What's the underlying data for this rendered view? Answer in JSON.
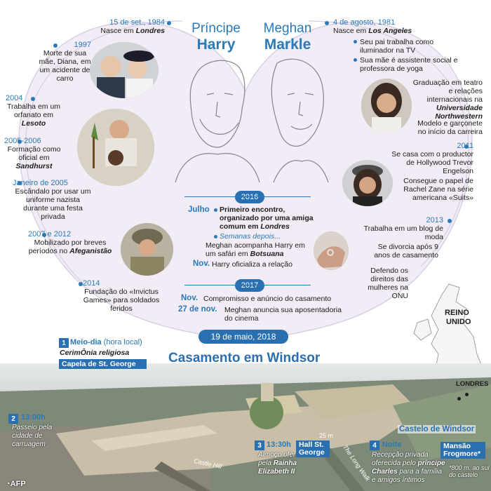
{
  "harry": {
    "title_first": "Príncipe",
    "title_second": "Harry",
    "events": [
      {
        "date": "15 de set., 1984",
        "text_pre": "Nasce em ",
        "text_em": "Londres",
        "text_post": ""
      },
      {
        "date": "1997",
        "text": "Morte de sua mãe, Diana, em um acidente de carro"
      },
      {
        "date": "2004",
        "text_pre": "Trabalha em um orfanato em ",
        "text_em": "Lesoto"
      },
      {
        "date": "2005-2006",
        "text_pre": "Formação como oficial em ",
        "text_em": "Sandhurst"
      },
      {
        "date": "Janeiro de 2005",
        "text": "Escândalo por usar um uniforme nazista durante uma festa privada"
      },
      {
        "date": "2007 e 2012",
        "text_pre": "Mobilizado por breves períodos no ",
        "text_em": "Afeganistão"
      },
      {
        "date": "2014",
        "text": "Fundação do «Invictus Games» para soldados feridos"
      }
    ]
  },
  "meghan": {
    "title_first": "Meghan",
    "title_second": "Markle",
    "events": [
      {
        "date": "4 de agosto, 1981",
        "text_pre": "Nasce em ",
        "text_em": "Los Angeles"
      },
      {
        "bullet": "Seu pai trabalha como iluminador na TV"
      },
      {
        "bullet": "Sua mãe é assistente social e professora de yoga"
      },
      {
        "text_pre": "Graduação em teatro e relações internacionais na ",
        "text_em": "Universidade Northwestern"
      },
      {
        "text": "Modelo e garçonete no início da carreira"
      },
      {
        "date": "2011",
        "text": "Se casa com o productor de Hollywood Trevor Engelson"
      },
      {
        "text": "Consegue o papel de Rachel Zane na série americana «Suits»"
      },
      {
        "date": "2013",
        "text": "Trabalha em um blog de moda"
      },
      {
        "text": "Se divorcia após 9 anos de casamento"
      },
      {
        "text": "Defendo os direitos das mulheres na ONU"
      }
    ]
  },
  "together": {
    "year1": "2016",
    "july_label": "Julho",
    "july_text_pre": "Primeiro encontro, organizado por uma amiga comum em ",
    "july_text_em": "Londres",
    "weeks_label": "Semanas depois...",
    "weeks_text_pre": "Meghan acompanha Harry em um safári em ",
    "weeks_text_em": "Botsuana",
    "nov_label": "Nov.",
    "nov_text": "Harry oficializa a relação",
    "year2": "2017",
    "nov2_label": "Nov.",
    "nov2_text": "Compromisso e anúncio do casamento",
    "nov27_label": "27 de nov.",
    "nov27_text": "Meghan anuncia sua aposentadoria do cinema",
    "wedding_date": "19 de maio, 2018"
  },
  "wedding": {
    "title": "Casamento em Windsor",
    "uk_label_1": "REINO",
    "uk_label_2": "UNIDO",
    "london_label": "LONDRES",
    "castle_label": "Castelo de Windsor",
    "steps": [
      {
        "num": "1",
        "time": "Meio-dia",
        "time_note": " (hora local)",
        "desc": "CerimÔnia religiosa",
        "place": "Capela de St. George"
      },
      {
        "num": "2",
        "time": "13:00h",
        "desc": "Passeio pela cidade de carruagem"
      },
      {
        "num": "3",
        "time": "13:30h",
        "desc_pre": "Almoço oferecido pela ",
        "desc_em": "Rainha Elizabeth II",
        "place": "Hall St. George"
      },
      {
        "num": "4",
        "time": "Noite",
        "desc_pre": "Recepção privada oferecida pelo ",
        "desc_em": "príncipe Charles",
        "desc_post": " para a família e amigos íntimos",
        "place": "Mansão Frogmore*",
        "note": "*800 m. ao sul do castelo"
      }
    ],
    "street_labels": [
      "Castle Hill",
      "The Long Walk",
      "25 m"
    ],
    "credit": "AFP"
  },
  "colors": {
    "accent": "#2a7ab8",
    "heart": "#efe9f4"
  }
}
